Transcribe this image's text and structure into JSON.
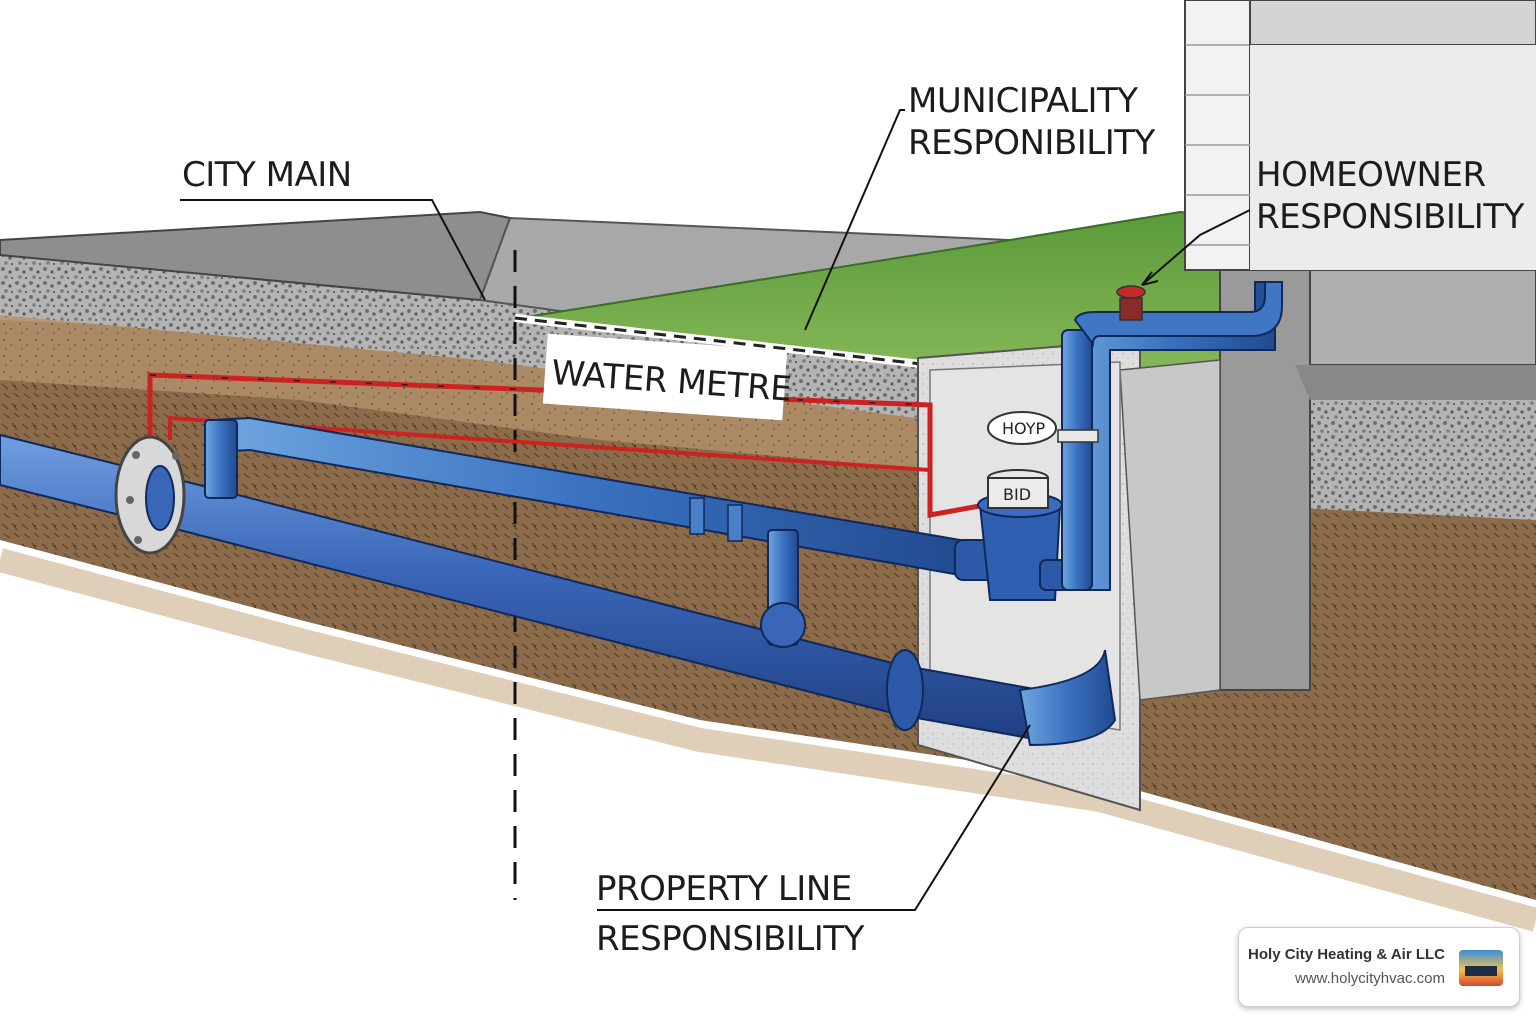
{
  "labels": {
    "city_main": "CITY MAIN",
    "municipality": [
      "MUNICIPALITY",
      "RESPONIBILITY"
    ],
    "homeowner": [
      "HOMEOWNER",
      "RESPONSIBILITY"
    ],
    "water_metre": "WATER METRE",
    "property_line": [
      "PROPERTY LINE",
      "RESPONSIBILITY"
    ],
    "hoyp_tag": "HOYP",
    "bid_tag": "BID"
  },
  "credit": {
    "company": "Holy City Heating & Air LLC",
    "url": "www.holycityhvac.com"
  },
  "colors": {
    "pipe_blue": "#3360b0",
    "pipe_light": "#4a88cc",
    "wire_red": "#cc2222",
    "grass": "#6aa04a",
    "soil": "#8a6a48",
    "concrete": "#d8d8d8",
    "asphalt": "#8c8c8c"
  }
}
